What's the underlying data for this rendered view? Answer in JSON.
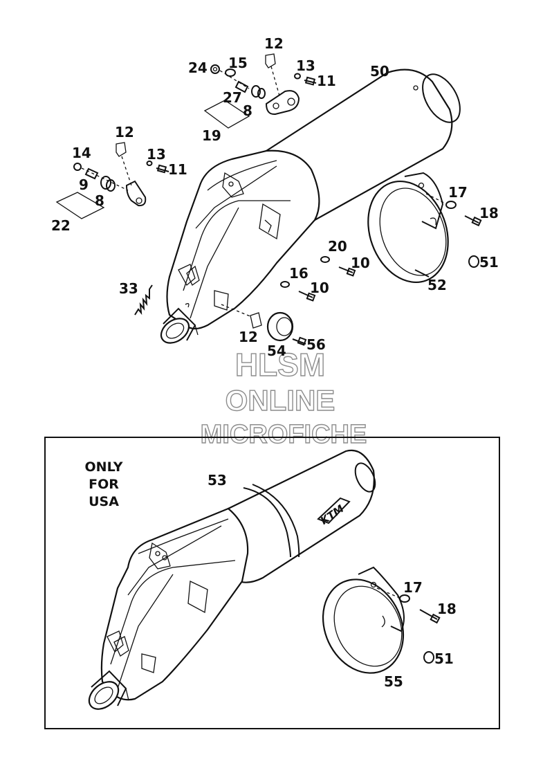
{
  "labels": {
    "p12a": "12",
    "p24": "24",
    "p15": "15",
    "p13a": "13",
    "p11a": "11",
    "p27": "27",
    "p8a": "8",
    "p19": "19",
    "p50": "50",
    "p12b": "12",
    "p14": "14",
    "p13b": "13",
    "p11b": "11",
    "p9": "9",
    "p8b": "8",
    "p22": "22",
    "p17a": "17",
    "p18a": "18",
    "p51a": "51",
    "p52": "52",
    "p20": "20",
    "p10a": "10",
    "p16": "16",
    "p10b": "10",
    "p33": "33",
    "p12c": "12",
    "p54": "54",
    "p56": "56",
    "p53": "53",
    "p17b": "17",
    "p18b": "18",
    "p51b": "51",
    "p55": "55"
  },
  "usa_note": [
    "ONLY",
    "FOR",
    "USA"
  ],
  "watermark": [
    "HLSM",
    "ONLINE",
    "MICROFICHE"
  ],
  "brand_logo": "KTM"
}
